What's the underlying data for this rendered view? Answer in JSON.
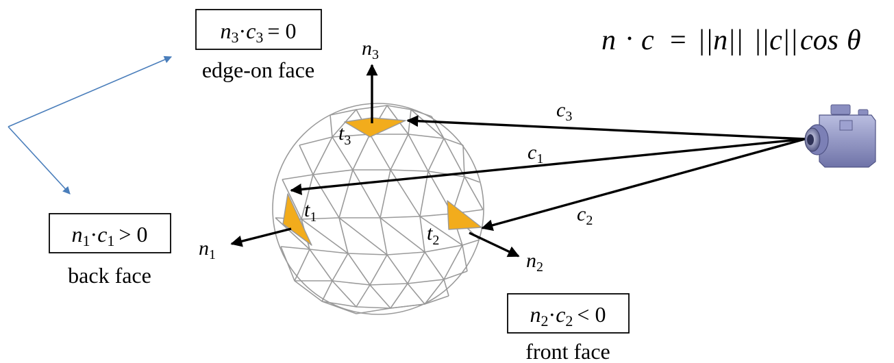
{
  "formula": {
    "n": "n",
    "dot": "·",
    "c": "c",
    "eq": "=",
    "norm_n": "||n||",
    "norm_c": "||c||",
    "cos": "cos",
    "theta": "θ"
  },
  "boxes": {
    "edge_on": {
      "n": "n",
      "n_sub": "3",
      "dot": "·",
      "c": "c",
      "c_sub": "3",
      "rel": "= 0",
      "caption": "edge-on face"
    },
    "back": {
      "n": "n",
      "n_sub": "1",
      "dot": "·",
      "c": "c",
      "c_sub": "1",
      "rel": "> 0",
      "caption": "back face"
    },
    "front": {
      "n": "n",
      "n_sub": "2",
      "dot": "·",
      "c": "c",
      "c_sub": "2",
      "rel": "< 0",
      "caption": "front face"
    }
  },
  "labels": {
    "normals": [
      {
        "base": "n",
        "sub": "3"
      },
      {
        "base": "n",
        "sub": "1"
      },
      {
        "base": "n",
        "sub": "2"
      }
    ],
    "triangles": [
      {
        "base": "t",
        "sub": "3"
      },
      {
        "base": "t",
        "sub": "1"
      },
      {
        "base": "t",
        "sub": "2"
      }
    ],
    "camera_vectors": [
      {
        "base": "c",
        "sub": "3"
      },
      {
        "base": "c",
        "sub": "1"
      },
      {
        "base": "c",
        "sub": "2"
      }
    ]
  },
  "colors": {
    "face_fill": "#f2ac1c",
    "wireframe": "#9a9a9a",
    "pointer_arrows": "#4a7ebb",
    "vectors": "#000000"
  },
  "icons": [
    "camera-icon"
  ]
}
